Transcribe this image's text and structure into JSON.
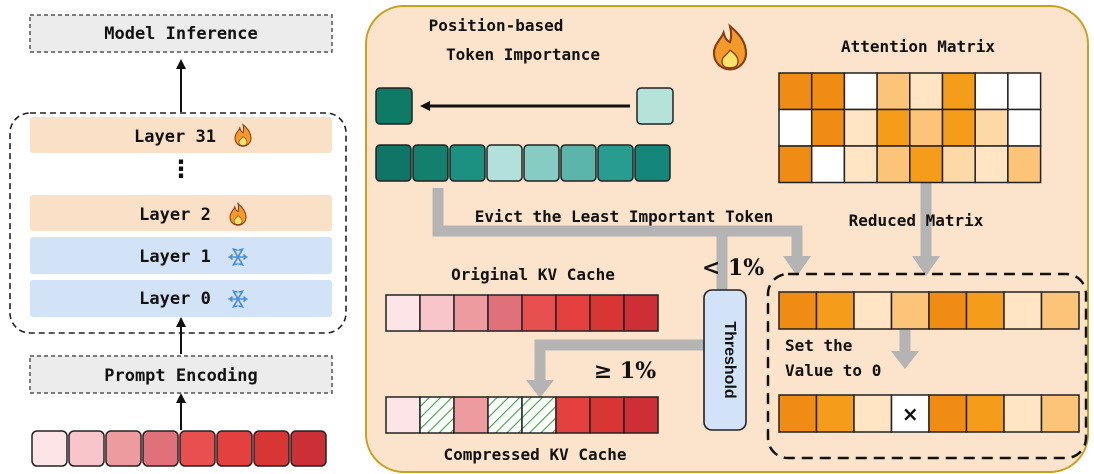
{
  "left": {
    "top_box": "Model Inference",
    "layers": [
      {
        "label": "Layer 31",
        "state": "trainable",
        "icon": "fire-icon"
      },
      {
        "label": "Layer 2",
        "state": "trainable",
        "icon": "fire-icon"
      },
      {
        "label": "Layer 1",
        "state": "frozen",
        "icon": "snowflake-icon"
      },
      {
        "label": "Layer 0",
        "state": "frozen",
        "icon": "snowflake-icon"
      }
    ],
    "ellipsis": "⋮",
    "prompt_box": "Prompt Encoding",
    "prompt_colors": [
      "#fde4e6",
      "#f8c6ca",
      "#ee9ba0",
      "#e0707a",
      "#e8504f",
      "#e44040",
      "#d83535",
      "#cc2f35"
    ]
  },
  "panel": {
    "background": "#fbe4cb",
    "icon": "fire-icon",
    "position_title_line1": "Position-based",
    "position_title_line2": "Token Importance",
    "token_start_color": "#0f7a66",
    "token_end_color": "#b5e3dc",
    "token_colors": [
      "#0f7566",
      "#13806e",
      "#1c9181",
      "#b2e0da",
      "#86ccc3",
      "#5cb5ab",
      "#289c8e",
      "#15877a"
    ],
    "evict_label": "Evict the Least Important Token",
    "attention_title": "Attention Matrix",
    "attention_matrix": [
      [
        "#f08c13",
        "#f08c13",
        "#ffffff",
        "#fbc478",
        "#ffe5c4",
        "#f59d1a",
        "#ffffff",
        "#ffffff"
      ],
      [
        "#ffffff",
        "#f08c13",
        "#ffe5c4",
        "#f59d1a",
        "#fbc478",
        "#f59d1a",
        "#fdd9a8",
        "#ffffff"
      ],
      [
        "#f08c13",
        "#ffffff",
        "#ffe5c4",
        "#fbc478",
        "#f59d1a",
        "#fdd9a8",
        "#ffe5c4",
        "#fbc478"
      ]
    ],
    "reduced_label": "Reduced Matrix",
    "less_than": "< 1%",
    "ge_than": "≥ 1%",
    "threshold_label": "Threshold",
    "original_kv_label": "Original KV Cache",
    "original_kv_colors": [
      "#fde4e6",
      "#f8c6ca",
      "#ee9ba0",
      "#e0707a",
      "#e8504f",
      "#e44040",
      "#d83535",
      "#cc2f35"
    ],
    "compressed_kv_label": "Compressed KV Cache",
    "compressed_kv_colors": [
      "#fde4e6",
      "#ffffff",
      "#ee9ba0",
      "#ffffff",
      "#ffffff",
      "#e44040",
      "#d83535",
      "#cc2f35"
    ],
    "compressed_hatched": [
      1,
      3,
      4
    ],
    "reduced_row": [
      "#f08c13",
      "#f59d1a",
      "#ffe5c4",
      "#fbc478",
      "#f08c13",
      "#f59d1a",
      "#ffe5c4",
      "#fbc478"
    ],
    "set_label_line1": "Set the",
    "set_label_line2": "Value to 0",
    "zeroed_row": [
      "#f08c13",
      "#f59d1a",
      "#ffe5c4",
      "#ffffff",
      "#f08c13",
      "#f59d1a",
      "#ffe5c4",
      "#fbc478"
    ],
    "zeroed_mark": "×"
  }
}
